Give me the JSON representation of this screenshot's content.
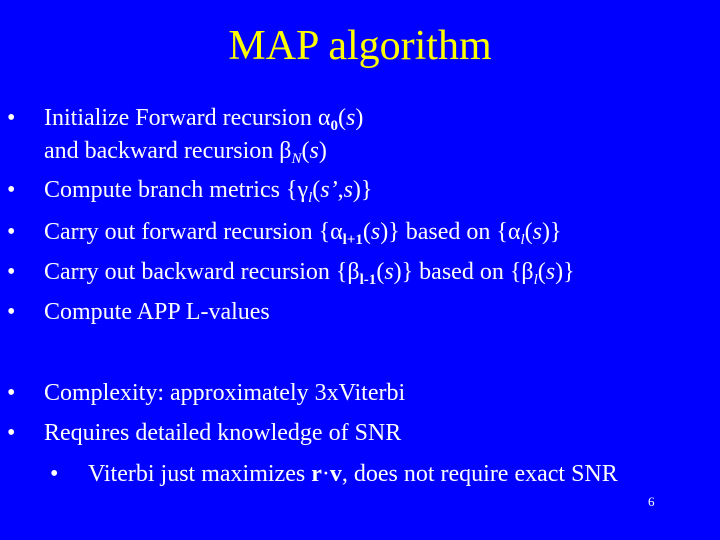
{
  "slide": {
    "title": "MAP algorithm",
    "bullet_symbol": "•",
    "bullets": [
      {
        "parts": [
          {
            "t": "Initialize Forward recursion "
          },
          {
            "t": "α",
            "cls": ""
          },
          {
            "t": "0",
            "sub": true,
            "cls": "sub-bold"
          },
          {
            "t": "("
          },
          {
            "t": "s",
            "cls": "ital"
          },
          {
            "t": ")"
          }
        ]
      },
      {
        "continuation": true,
        "parts": [
          {
            "t": "and backward recursion "
          },
          {
            "t": "β"
          },
          {
            "t": "N",
            "sub": true,
            "cls": "ital"
          },
          {
            "t": "("
          },
          {
            "t": "s",
            "cls": "ital"
          },
          {
            "t": ")"
          }
        ]
      },
      {
        "parts": [
          {
            "t": "Compute branch metrics {"
          },
          {
            "t": "γ"
          },
          {
            "t": "l",
            "sub": true,
            "cls": "ital"
          },
          {
            "t": "("
          },
          {
            "t": "s’",
            "cls": "ital"
          },
          {
            "t": ","
          },
          {
            "t": "s",
            "cls": "ital"
          },
          {
            "t": ")}"
          }
        ]
      },
      {
        "parts": [
          {
            "t": "Carry out forward recursion {"
          },
          {
            "t": "α"
          },
          {
            "t": "l+1",
            "sub": true,
            "cls": "sub-bold"
          },
          {
            "t": "("
          },
          {
            "t": "s",
            "cls": "ital"
          },
          {
            "t": ")} based on {"
          },
          {
            "t": "α"
          },
          {
            "t": "l",
            "sub": true,
            "cls": "ital"
          },
          {
            "t": "("
          },
          {
            "t": "s",
            "cls": "ital"
          },
          {
            "t": ")}"
          }
        ]
      },
      {
        "parts": [
          {
            "t": "Carry out backward recursion {"
          },
          {
            "t": "β"
          },
          {
            "t": "l-1",
            "sub": true,
            "cls": "sub-bold"
          },
          {
            "t": "("
          },
          {
            "t": "s",
            "cls": "ital"
          },
          {
            "t": ")} based on {"
          },
          {
            "t": "β"
          },
          {
            "t": "l",
            "sub": true,
            "cls": "ital"
          },
          {
            "t": "("
          },
          {
            "t": "s",
            "cls": "ital"
          },
          {
            "t": ")}"
          }
        ]
      },
      {
        "parts": [
          {
            "t": "Compute APP L-values"
          }
        ]
      },
      {
        "parts": [
          {
            "t": "Complexity: approximately 3xViterbi"
          }
        ]
      },
      {
        "parts": [
          {
            "t": "Requires detailed knowledge of SNR"
          }
        ]
      }
    ],
    "sub_bullet": {
      "parts": [
        {
          "t": "Viterbi just maximizes "
        },
        {
          "t": "r",
          "cls": "bold"
        },
        {
          "t": "·"
        },
        {
          "t": "v",
          "cls": "bold"
        },
        {
          "t": ", does not require exact SNR"
        }
      ]
    },
    "page_number": "6"
  }
}
